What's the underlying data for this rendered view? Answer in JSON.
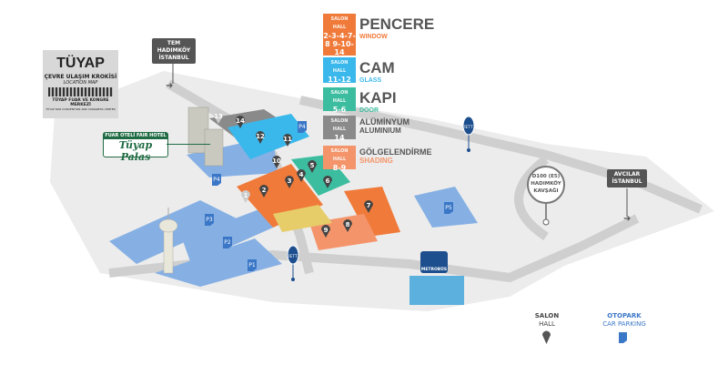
{
  "logo": {
    "brand": "TÜYAP",
    "title": "ÇEVRE ULAŞIM KROKİSİ",
    "subtitle": "LOCATION MAP",
    "center": "TÜYAP FUAR VE KONGRE MERKEZİ",
    "center_en": "TÜYAP FAIR CONVENTION AND CONGRESS CENTER"
  },
  "signs": {
    "tem": [
      "TEM",
      "HADIMKÖY",
      "İSTANBUL"
    ],
    "avcilar": [
      "AVCILAR",
      "İSTANBUL"
    ],
    "d100": [
      "D100 (E5)",
      "HADIMKÖY",
      "KAVŞAĞI"
    ]
  },
  "hotel": {
    "label": "FUAR OTELİ FAIR HOTEL",
    "name": "Tüyap Palas"
  },
  "halls_legend": [
    {
      "salon": "SALON",
      "hall": "HALL",
      "numbers": "2-3-4-7-8 9-10-14",
      "name": "PENCERE",
      "sub": "WINDOW",
      "color": "#f07a3a"
    },
    {
      "salon": "SALON",
      "hall": "HALL",
      "numbers": "11-12",
      "name": "CAM",
      "sub": "GLASS",
      "color": "#3ab8ec"
    },
    {
      "salon": "SALON",
      "hall": "HALL",
      "numbers": "5-6",
      "name": "KAPI",
      "sub": "DOOR",
      "color": "#3dbda0"
    },
    {
      "salon": "SALON",
      "hall": "HALL",
      "numbers": "14",
      "name": "ALÜMİNYUM",
      "sub": "ALUMINIUM",
      "color": "#8a8a8a"
    },
    {
      "salon": "SALON",
      "hall": "HALL",
      "numbers": "8-9",
      "name": "GÖLGELENDİRME",
      "sub": "SHADING",
      "color": "#f4946a"
    }
  ],
  "hall_markers": [
    "1",
    "2",
    "3",
    "4",
    "5",
    "6",
    "7",
    "8",
    "9",
    "10",
    "11",
    "12",
    "13",
    "14"
  ],
  "parking": [
    "P1",
    "P2",
    "P3",
    "P4",
    "P4",
    "P5"
  ],
  "metrobus": "METROBÜS",
  "iett": "İETT",
  "legend": {
    "salon": "SALON",
    "hall": "HALL",
    "otopark": "OTOPARK",
    "car_parking": "CAR PARKING"
  }
}
